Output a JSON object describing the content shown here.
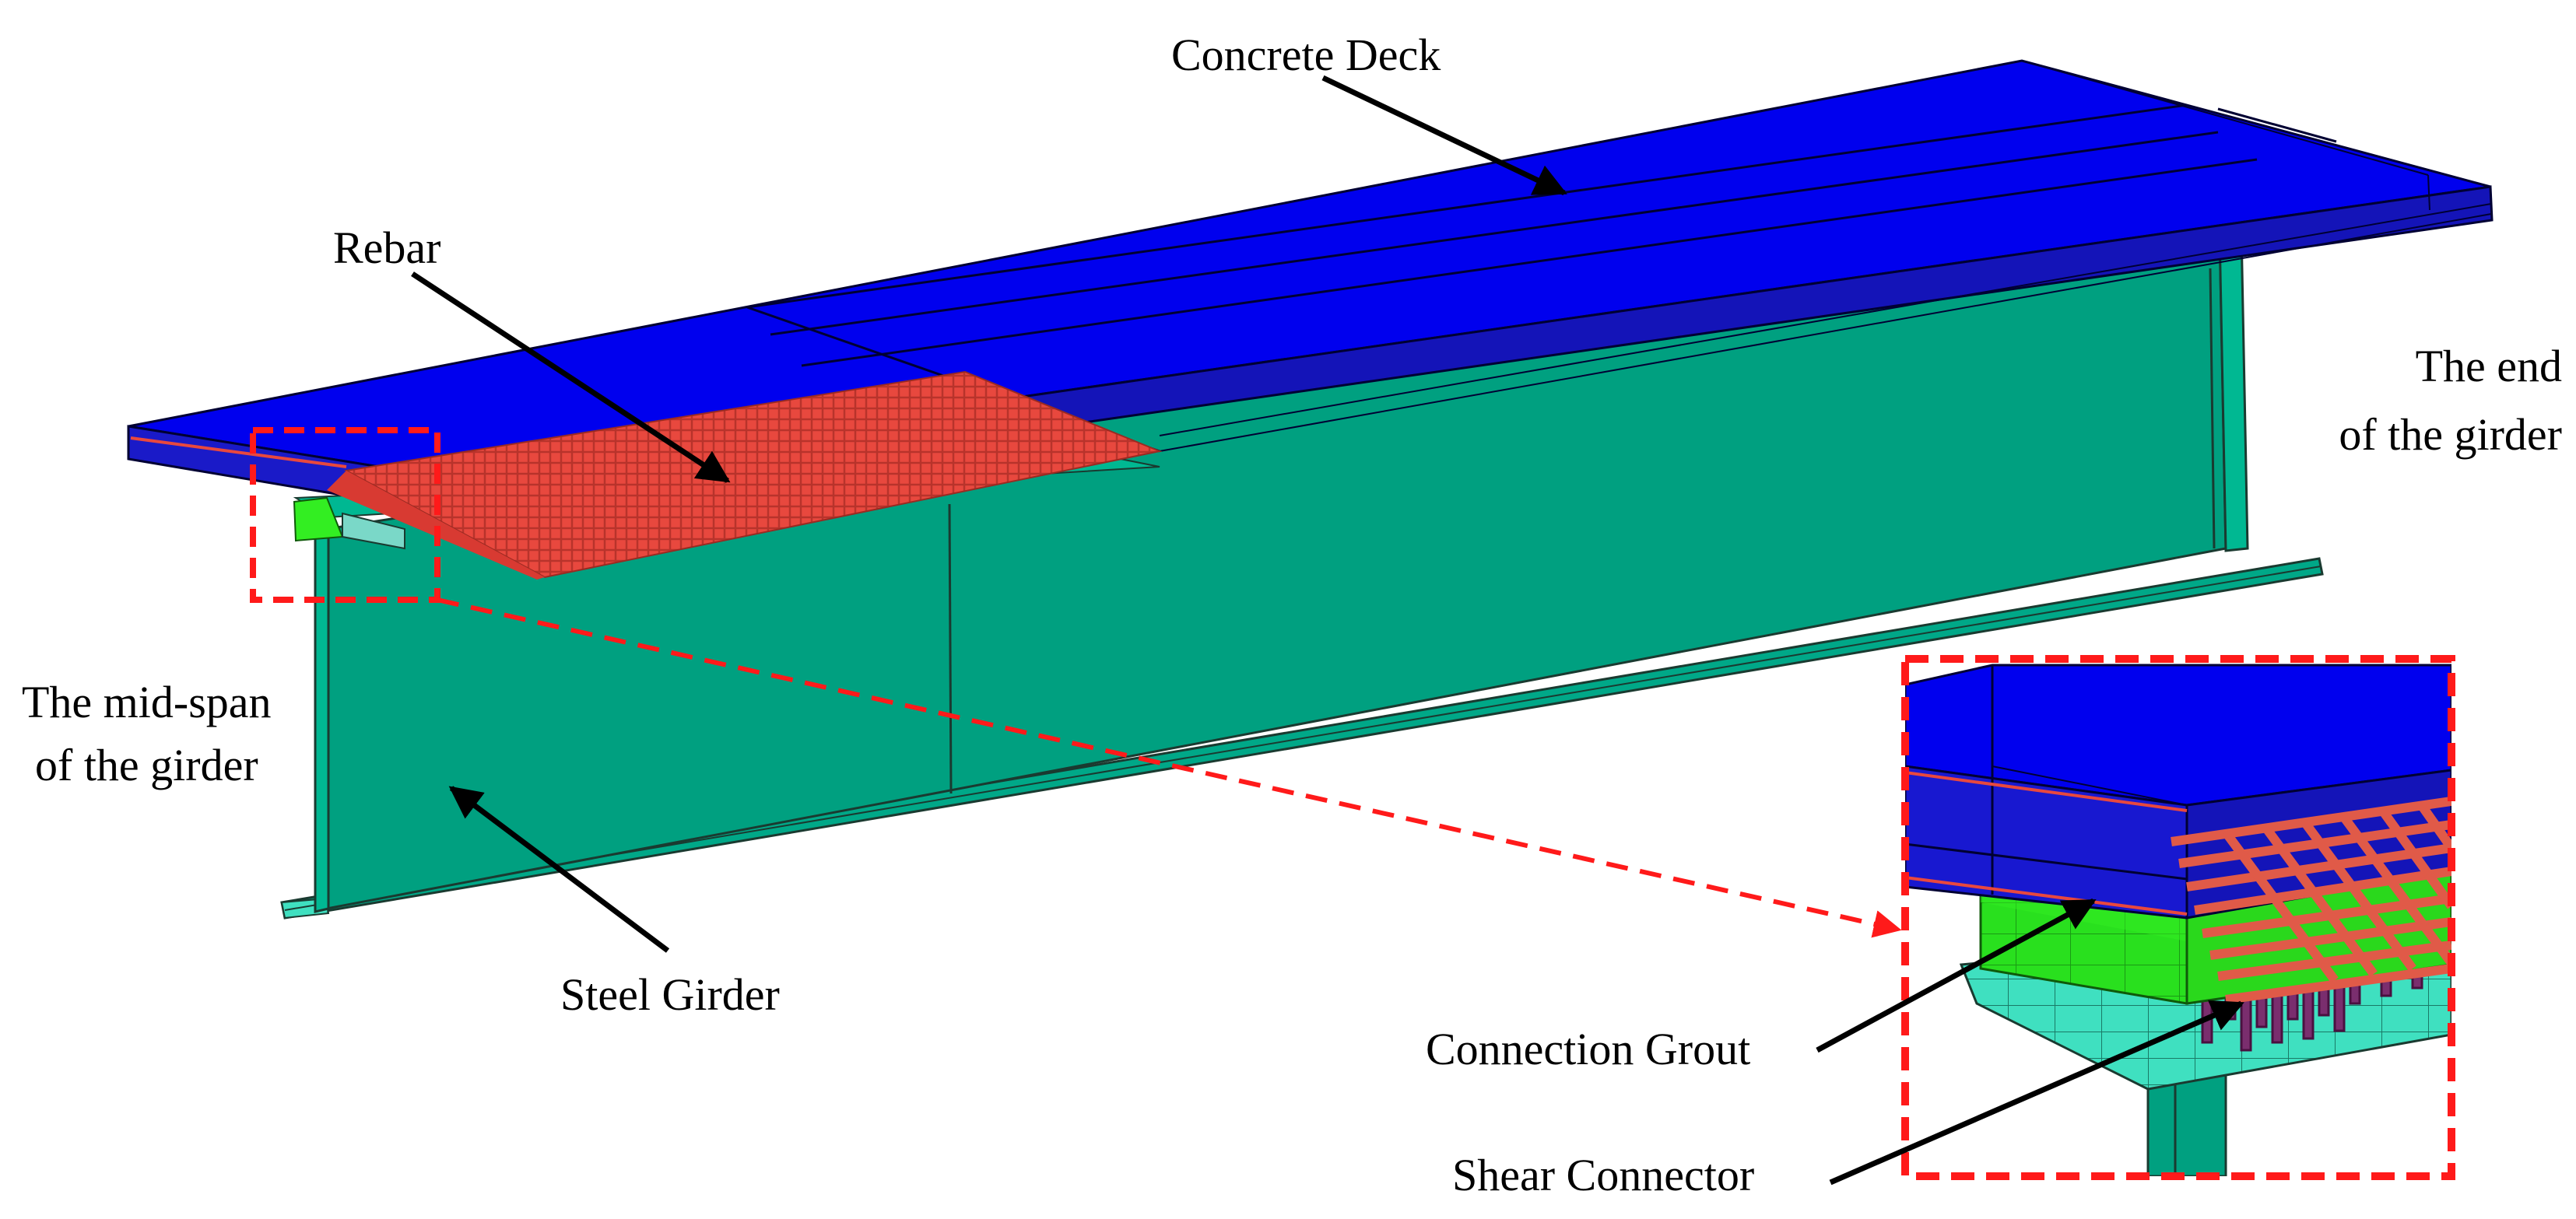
{
  "labels": {
    "concrete_deck": "Concrete Deck",
    "rebar": "Rebar",
    "end_line1": "The end",
    "end_line2": "of the girder",
    "midspan_line1": "The mid-span",
    "midspan_line2": "of the girder",
    "steel_girder": "Steel Girder",
    "connection_grout": "Connection Grout",
    "shear_connector": "Shear Connector"
  },
  "colors": {
    "concrete_deck": "#0000ee",
    "concrete_deck_side": "#1d1dae",
    "rebar": "#e8483e",
    "steel_girder": "#00a080",
    "steel_girder_dark": "#008f72",
    "grout": "#33ee22",
    "shear_connector": "#7a2e6e",
    "detail_frame": "#ff1a1a",
    "leader": "#000000"
  }
}
